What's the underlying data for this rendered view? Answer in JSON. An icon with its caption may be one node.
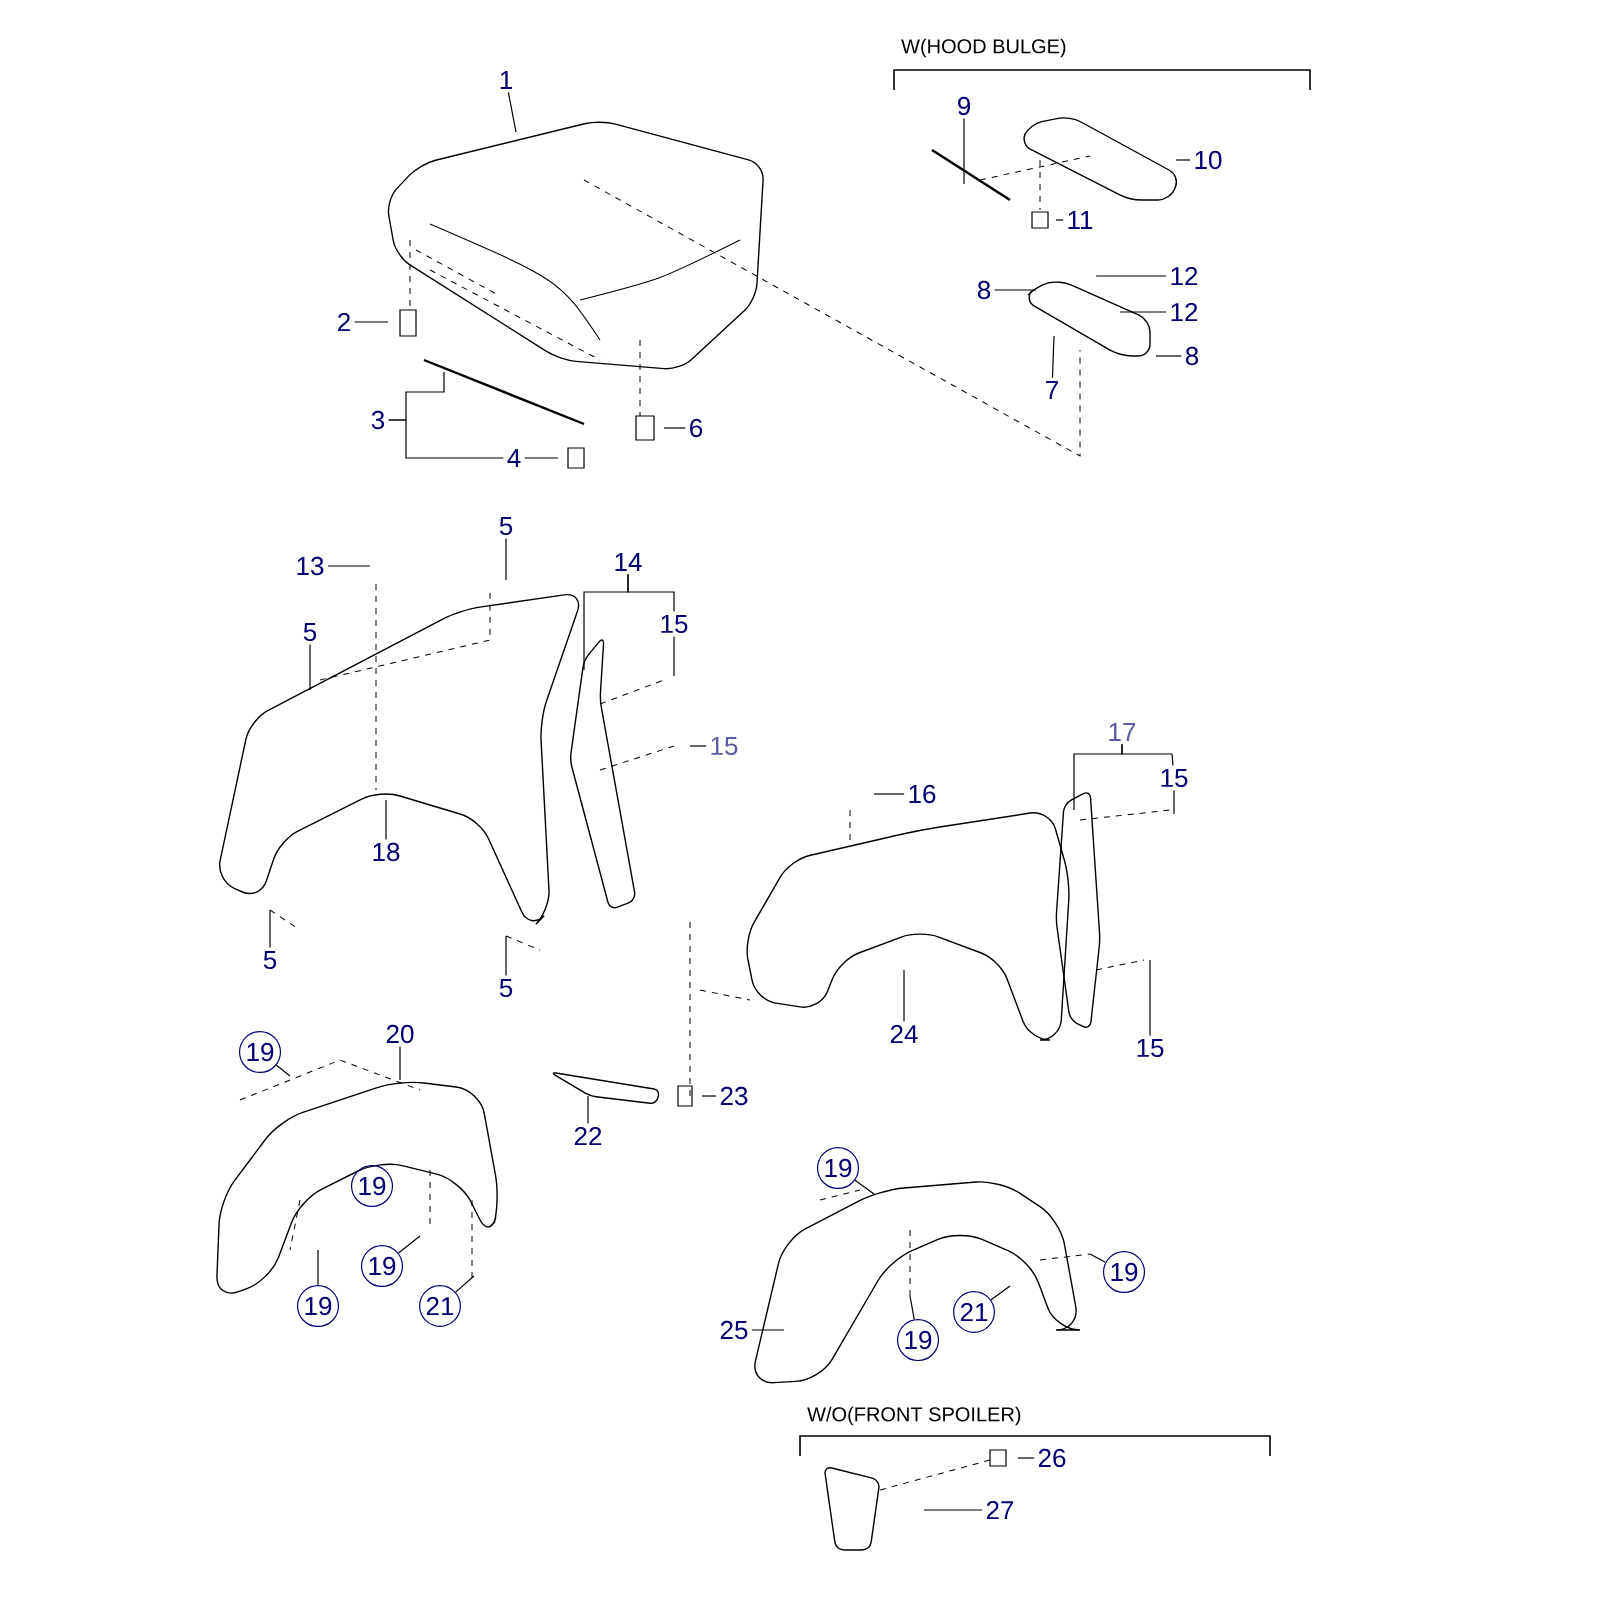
{
  "diagram": {
    "nodes": [
      {
        "text": [
          "1"
        ]
      },
      {
        "text": [
          "2"
        ]
      },
      {
        "text": [
          "3"
        ]
      },
      {
        "text": [
          "4"
        ]
      },
      {
        "text": [
          "6"
        ]
      },
      {
        "text": [
          "9"
        ]
      },
      {
        "text": [
          "10"
        ]
      },
      {
        "text": [
          "11"
        ]
      },
      {
        "text": [
          "12"
        ]
      },
      {
        "text": [
          "12"
        ]
      },
      {
        "text": [
          "8"
        ]
      },
      {
        "text": [
          "8"
        ]
      },
      {
        "text": [
          "7"
        ]
      },
      {
        "text": [
          "13"
        ]
      },
      {
        "text": [
          "5"
        ]
      },
      {
        "text": [
          "5"
        ]
      },
      {
        "text": [
          "5"
        ]
      },
      {
        "text": [
          "5"
        ]
      },
      {
        "text": [
          "14"
        ]
      },
      {
        "text": [
          "15"
        ]
      },
      {
        "text": [
          "15"
        ]
      },
      {
        "text": [
          "18"
        ]
      },
      {
        "text": [
          "16"
        ]
      },
      {
        "text": [
          "17"
        ]
      },
      {
        "text": [
          "15"
        ]
      },
      {
        "text": [
          "15"
        ]
      },
      {
        "text": [
          "24"
        ]
      },
      {
        "text": [
          "19"
        ]
      },
      {
        "text": [
          "20"
        ]
      },
      {
        "text": [
          "22"
        ]
      },
      {
        "text": [
          "23"
        ]
      },
      {
        "text": [
          "19"
        ]
      },
      {
        "text": [
          "19"
        ]
      },
      {
        "text": [
          "19"
        ]
      },
      {
        "text": [
          "21"
        ]
      },
      {
        "text": [
          "19"
        ]
      },
      {
        "text": [
          "19"
        ]
      },
      {
        "text": [
          "19"
        ]
      },
      {
        "text": [
          "21"
        ]
      },
      {
        "text": [
          "25"
        ]
      },
      {
        "text": [
          "26"
        ]
      },
      {
        "text": [
          "27"
        ]
      }
    ],
    "edges": [
      {
        "from": 0,
        "to": null,
        "arrow": "none"
      },
      {
        "from": 1,
        "to": null,
        "arrow": "none"
      },
      {
        "from": 2,
        "to": null,
        "arrow": "none"
      },
      {
        "from": 2,
        "to": 3,
        "arrow": "none"
      },
      {
        "from": 3,
        "to": null,
        "arrow": "none"
      },
      {
        "from": 4,
        "to": null,
        "arrow": "none"
      },
      {
        "from": 5,
        "to": null,
        "arrow": "none"
      },
      {
        "from": 6,
        "to": null,
        "arrow": "none"
      },
      {
        "from": 7,
        "to": null,
        "arrow": "none"
      },
      {
        "from": 8,
        "to": null,
        "arrow": "none"
      },
      {
        "from": 9,
        "to": null,
        "arrow": "none"
      },
      {
        "from": 10,
        "to": null,
        "arrow": "none"
      },
      {
        "from": 11,
        "to": null,
        "arrow": "none"
      },
      {
        "from": 12,
        "to": null,
        "arrow": "none"
      },
      {
        "from": 13,
        "to": null,
        "arrow": "none"
      },
      {
        "from": 14,
        "to": null,
        "arrow": "none"
      },
      {
        "from": 15,
        "to": null,
        "arrow": "none"
      },
      {
        "from": 16,
        "to": null,
        "arrow": "none"
      },
      {
        "from": 17,
        "to": null,
        "arrow": "none"
      },
      {
        "from": 18,
        "to": null,
        "arrow": "none"
      },
      {
        "from": 18,
        "to": 19,
        "arrow": "none"
      },
      {
        "from": 19,
        "to": null,
        "arrow": "none"
      },
      {
        "from": 20,
        "to": null,
        "arrow": "none"
      },
      {
        "from": 21,
        "to": null,
        "arrow": "none"
      },
      {
        "from": 22,
        "to": null,
        "arrow": "none"
      },
      {
        "from": 23,
        "to": null,
        "arrow": "none"
      },
      {
        "from": 23,
        "to": 24,
        "arrow": "none"
      },
      {
        "from": 24,
        "to": null,
        "arrow": "none"
      },
      {
        "from": 25,
        "to": null,
        "arrow": "none"
      },
      {
        "from": 26,
        "to": null,
        "arrow": "none"
      },
      {
        "from": 27,
        "to": null,
        "arrow": "none"
      },
      {
        "from": 28,
        "to": null,
        "arrow": "none"
      },
      {
        "from": 29,
        "to": null,
        "arrow": "none"
      },
      {
        "from": 30,
        "to": null,
        "arrow": "none"
      },
      {
        "from": 32,
        "to": null,
        "arrow": "none"
      },
      {
        "from": 33,
        "to": null,
        "arrow": "none"
      },
      {
        "from": 34,
        "to": null,
        "arrow": "none"
      },
      {
        "from": 35,
        "to": null,
        "arrow": "none"
      },
      {
        "from": 36,
        "to": null,
        "arrow": "none"
      },
      {
        "from": 37,
        "to": null,
        "arrow": "none"
      },
      {
        "from": 38,
        "to": null,
        "arrow": "none"
      },
      {
        "from": 39,
        "to": null,
        "arrow": "none"
      },
      {
        "from": 40,
        "to": null,
        "arrow": "none"
      },
      {
        "from": 41,
        "to": null,
        "arrow": "none"
      }
    ],
    "labels": [
      "W(HOOD BULGE)",
      "W/O(FRONT SPOILER)"
    ]
  }
}
